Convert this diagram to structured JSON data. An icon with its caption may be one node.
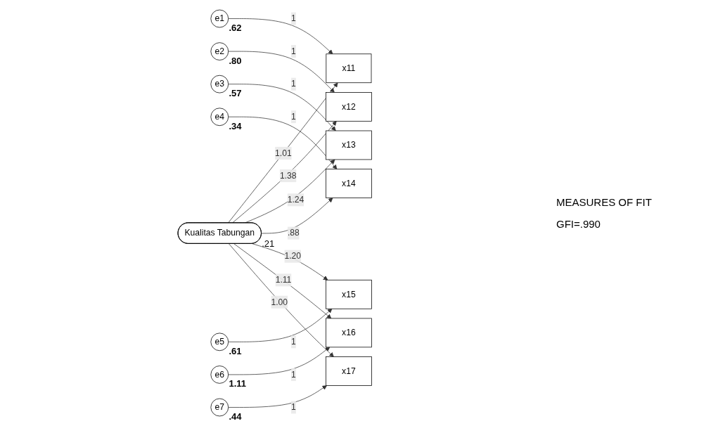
{
  "diagram": {
    "nodes": [
      {
        "text": [
          "e1"
        ],
        "beside": [
          ".62"
        ]
      },
      {
        "text": [
          "x11"
        ]
      },
      {
        "text": [
          "e2"
        ],
        "beside": [
          ".80"
        ]
      },
      {
        "text": [
          "x12"
        ]
      },
      {
        "text": [
          "e3"
        ],
        "beside": [
          ".57"
        ]
      },
      {
        "text": [
          "x13"
        ]
      },
      {
        "text": [
          "e4"
        ],
        "beside": [
          ".34"
        ]
      },
      {
        "text": [
          "x14"
        ]
      },
      {
        "text": [
          "e5"
        ],
        "beside": [
          ".61"
        ]
      },
      {
        "text": [
          "x15"
        ]
      },
      {
        "text": [
          "e6"
        ],
        "beside": [
          "1.11"
        ]
      },
      {
        "text": [
          "x16"
        ]
      },
      {
        "text": [
          "e7"
        ],
        "beside": [
          ".44"
        ]
      },
      {
        "text": [
          "x17"
        ]
      },
      {
        "text": [
          "Kualitas Tabungan"
        ],
        "beside": [
          ".21"
        ]
      }
    ],
    "edges": [
      {
        "from": 0,
        "to": 1,
        "arrow": "to",
        "label": "1"
      },
      {
        "from": 2,
        "to": 3,
        "arrow": "to",
        "label": "1"
      },
      {
        "from": 4,
        "to": 5,
        "arrow": "to",
        "label": "1"
      },
      {
        "from": 6,
        "to": 7,
        "arrow": "to",
        "label": "1"
      },
      {
        "from": 8,
        "to": 9,
        "arrow": "to",
        "label": "1"
      },
      {
        "from": 10,
        "to": 11,
        "arrow": "to",
        "label": "1"
      },
      {
        "from": 12,
        "to": 13,
        "arrow": "to",
        "label": "1"
      },
      {
        "from": 14,
        "to": 1,
        "arrow": "to",
        "label": "1.01"
      },
      {
        "from": 14,
        "to": 3,
        "arrow": "to",
        "label": "1.38"
      },
      {
        "from": 14,
        "to": 5,
        "arrow": "to",
        "label": "1.24"
      },
      {
        "from": 14,
        "to": 7,
        "arrow": "to",
        "label": ".88"
      },
      {
        "from": 14,
        "to": 9,
        "arrow": "to",
        "label": "1.20"
      },
      {
        "from": 14,
        "to": 11,
        "arrow": "to",
        "label": "1.11"
      },
      {
        "from": 14,
        "to": 13,
        "arrow": "to",
        "label": "1.00"
      }
    ],
    "labels": [
      "MEASURES OF FIT",
      "GFI=.990"
    ]
  }
}
